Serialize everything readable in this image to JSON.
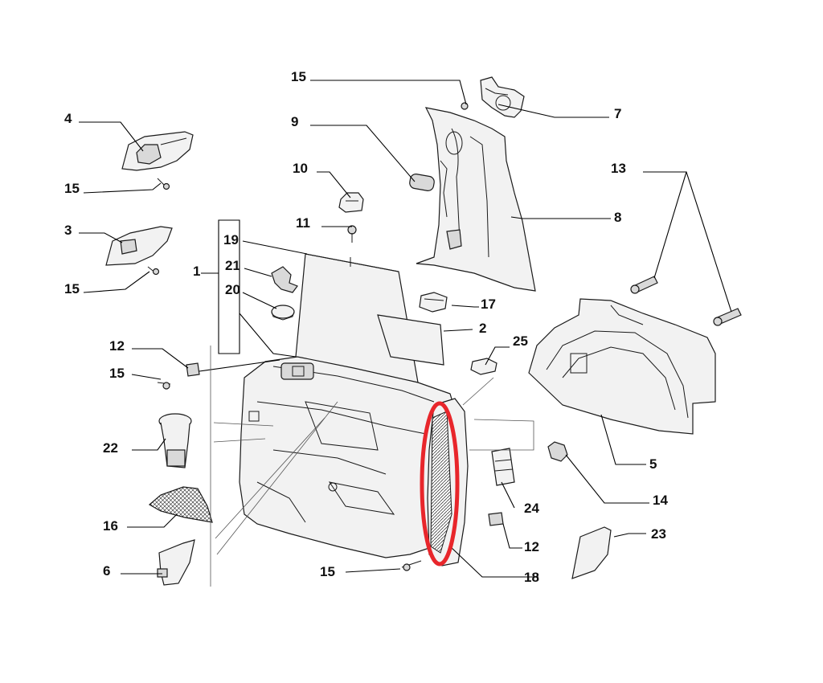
{
  "highlight_color": "#e8262b",
  "labels": {
    "l1": "1",
    "l2": "2",
    "l3": "3",
    "l4": "4",
    "l5": "5",
    "l6": "6",
    "l7": "7",
    "l8": "8",
    "l9": "9",
    "l10": "10",
    "l11": "11",
    "l12a": "12",
    "l12b": "12",
    "l13": "13",
    "l14": "14",
    "l15a": "15",
    "l15b": "15",
    "l15c": "15",
    "l15d": "15",
    "l15e": "15",
    "l16": "16",
    "l17": "17",
    "l18": "18",
    "l19": "19",
    "l20": "20",
    "l21": "21",
    "l22": "22",
    "l23": "23",
    "l24": "24",
    "l25": "25"
  }
}
